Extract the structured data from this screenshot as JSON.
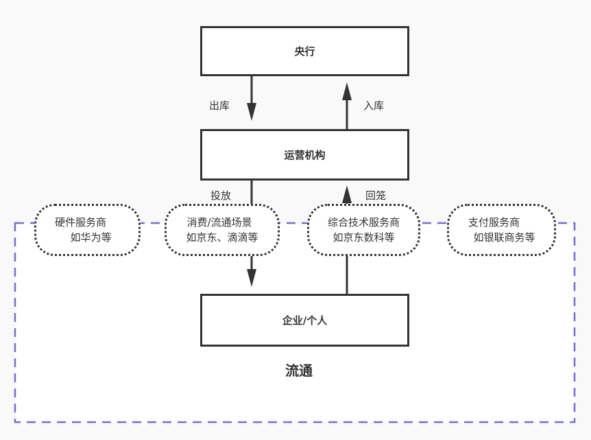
{
  "nodes": {
    "central_bank": "央行",
    "operator": "运营机构",
    "end_user": "企业/个人"
  },
  "edges": {
    "issue_out": "出库",
    "return_in": "入库",
    "release": "投放",
    "recall": "回笼"
  },
  "participants": [
    {
      "line1": "硬件服务商",
      "line2": "如华为等"
    },
    {
      "line1": "消费/流通场景",
      "line2": "如京东、滴滴等"
    },
    {
      "line1": "综合技术服务商",
      "line2": "如京东数科等"
    },
    {
      "line1": "支付服务商",
      "line2": "如银联商务等"
    }
  ],
  "region": {
    "label": "流通",
    "border_color": "#6b6bf5"
  },
  "colors": {
    "line": "#333333",
    "background": "#f9f9f9"
  }
}
